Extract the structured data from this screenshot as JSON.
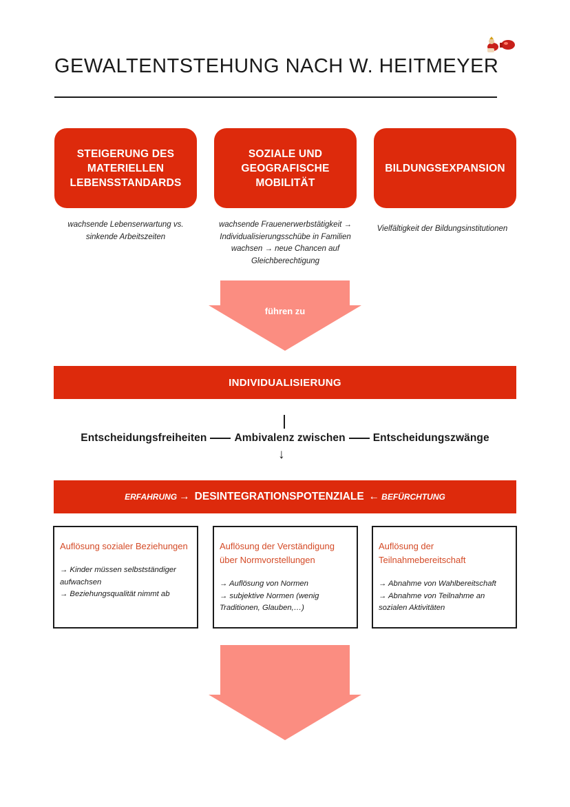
{
  "title": "GEWALTENTSTEHUNG NACH W. HEITMEYER",
  "causes": [
    {
      "label": "STEIGERUNG DES MATERIELLEN LEBENSSTANDARDS",
      "note": "wachsende Lebenserwartung vs. sinkende Arbeitszeiten"
    },
    {
      "label": "SOZIALE UND GEOGRAFISCHE MOBILITÄT",
      "note": "wachsende Frauenerwerbstätigkeit → Individualisierungsschübe in Familien wachsen → neue Chancen auf Gleichberechtigung"
    },
    {
      "label": "BILDUNGSEXPANSION",
      "note": "Vielfältigkeit der Bildungsinstitutionen"
    }
  ],
  "arrow1_label": "führen zu",
  "individualisierung": "INDIVIDUALISIERUNG",
  "ambivalenz": {
    "left": "Entscheidungsfreiheiten",
    "middle": "Ambivalenz zwischen",
    "right": "Entscheidungszwänge",
    "down_arrow": "↓"
  },
  "desintegration": {
    "left": "ERFAHRUNG",
    "left_arrow": "→",
    "main": "DESINTEGRATIONSPOTENZIALE",
    "right_arrow": "←",
    "right": "BEFÜRCHTUNG"
  },
  "dimensions": [
    {
      "heading": "Auflösung sozialer Beziehungen",
      "items": [
        "→ Kinder müssen selbstständiger aufwachsen",
        "→ Beziehungsqualität nimmt ab"
      ]
    },
    {
      "heading": "Auflösung der Verständigung über Normvorstellungen",
      "items": [
        "→ Auflösung von Normen",
        "→ subjektive Normen (wenig Traditionen, Glauben,…)"
      ]
    },
    {
      "heading": "Auflösung der Teilnahmebereitschaft",
      "items": [
        "→ Abnahme von Wahlbereitschaft",
        "→ Abnahme von Teilnahme an sozialen Aktivitäten"
      ]
    }
  ],
  "colors": {
    "primary_red": "#dd2a0c",
    "arrow_salmon": "#fb8d81",
    "heading_red": "#d44a26"
  },
  "icons": {
    "logo": "boxing-gloves-icon"
  }
}
